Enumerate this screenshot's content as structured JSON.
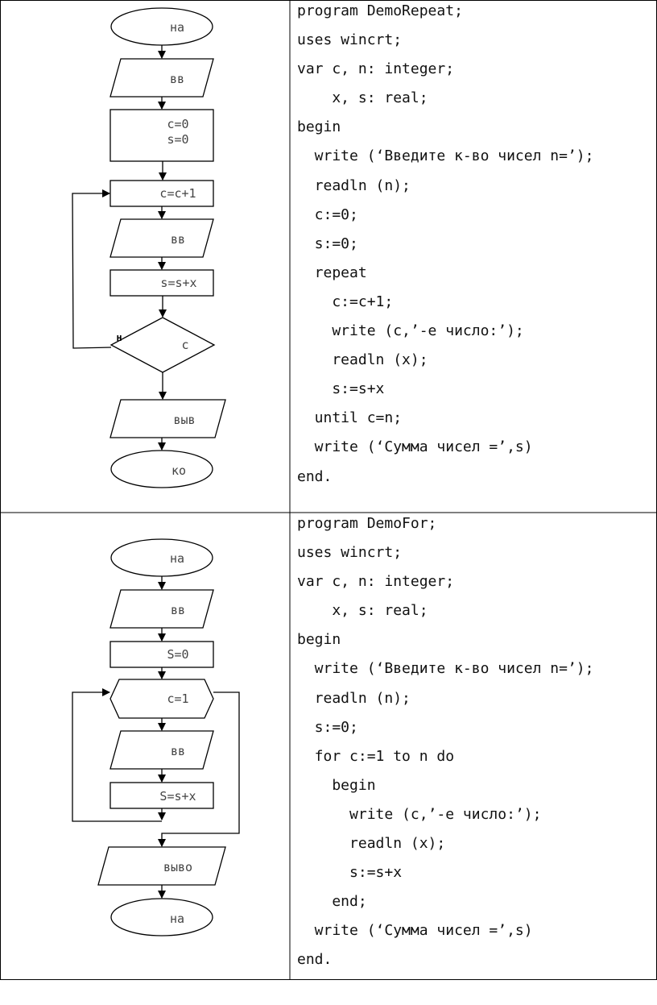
{
  "repeat_example": {
    "flowchart": {
      "start": "на",
      "input1": "вв",
      "init_c": "c=0",
      "init_s": "s=0",
      "increment": "c=c+1",
      "input2": "вв",
      "accumulate": "s=s+x",
      "condition": "c",
      "no_label": "н",
      "output": "выв",
      "end": "ко"
    },
    "code": [
      "program DemoRepeat;",
      "uses wincrt;",
      "var c, n: integer;",
      "    x, s: real;",
      "begin",
      "  write (‘Введите к-во чисел n=’);",
      "  readln (n);",
      "  c:=0;",
      "  s:=0;",
      "  repeat",
      "    c:=c+1;",
      "    write (c,’-е число:’);",
      "    readln (x);",
      "    s:=s+x",
      "  until c=n;",
      "  write (‘Сумма чисел =’,s)",
      "end."
    ]
  },
  "for_example": {
    "flowchart": {
      "start": "на",
      "input1": "вв",
      "init_s": "S=0",
      "loop": "c=1",
      "input2": "вв",
      "accumulate": "S=s+x",
      "output": "выво",
      "end": "на"
    },
    "code": [
      "program DemoFor;",
      "uses wincrt;",
      "var c, n: integer;",
      "    x, s: real;",
      "begin",
      "  write (‘Введите к-во чисел n=’);",
      "  readln (n);",
      "  s:=0;",
      "  for c:=1 to n do",
      "    begin",
      "      write (c,’-е число:’);",
      "      readln (x);",
      "      s:=s+x",
      "    end;",
      "  write (‘Сумма чисел =’,s)",
      "end."
    ]
  }
}
